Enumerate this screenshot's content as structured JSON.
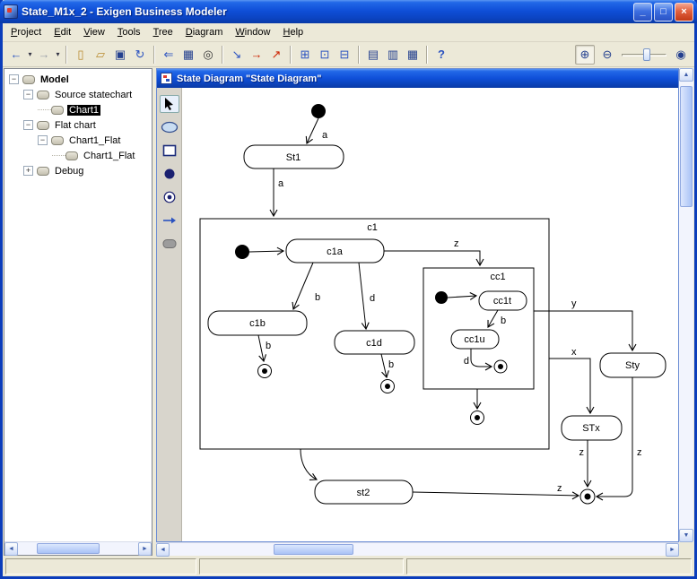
{
  "window": {
    "title": "State_M1x_2 - Exigen Business Modeler"
  },
  "icons": {
    "minimize": "_",
    "maximize": "□",
    "close": "×",
    "dropdown": "▾",
    "scroll_up": "▲",
    "scroll_down": "▼",
    "scroll_left": "◄",
    "scroll_right": "►"
  },
  "menu": {
    "items": [
      "Project",
      "Edit",
      "View",
      "Tools",
      "Tree",
      "Diagram",
      "Window",
      "Help"
    ]
  },
  "toolbar": {
    "buttons": [
      {
        "name": "back",
        "glyph": "←"
      },
      {
        "name": "forward",
        "glyph": "→"
      },
      {
        "name": "new-model",
        "glyph": "▯"
      },
      {
        "name": "open-model",
        "glyph": "▱"
      },
      {
        "name": "save",
        "glyph": "▣"
      },
      {
        "name": "refresh",
        "glyph": "↻"
      },
      {
        "name": "navigate-back",
        "glyph": "⇐"
      },
      {
        "name": "table-view",
        "glyph": "▦"
      },
      {
        "name": "find",
        "glyph": "◎"
      },
      {
        "name": "goto-definition",
        "glyph": "↘"
      },
      {
        "name": "goto-target",
        "glyph": "→"
      },
      {
        "name": "goto-usage",
        "glyph": "↗"
      },
      {
        "name": "add-diagram",
        "glyph": "⊞"
      },
      {
        "name": "sync-diagram",
        "glyph": "⊡"
      },
      {
        "name": "export-diagram",
        "glyph": "⊟"
      },
      {
        "name": "cascade-windows",
        "glyph": "▤"
      },
      {
        "name": "tile-horizontal",
        "glyph": "▥"
      },
      {
        "name": "tile-vertical",
        "glyph": "▦"
      },
      {
        "name": "help",
        "glyph": "?"
      },
      {
        "name": "zoom-in",
        "glyph": "⊕"
      },
      {
        "name": "zoom-out",
        "glyph": "⊖"
      },
      {
        "name": "zoom-fit",
        "glyph": "◉"
      }
    ]
  },
  "tree": {
    "items": [
      {
        "label": "Model",
        "expander": "−"
      },
      {
        "label": "Source statechart",
        "expander": "−"
      },
      {
        "label": "Chart1"
      },
      {
        "label": "Flat chart",
        "expander": "−"
      },
      {
        "label": "Chart1_Flat",
        "expander": "−"
      },
      {
        "label": "Chart1_Flat"
      },
      {
        "label": "Debug",
        "expander": "+"
      }
    ]
  },
  "diagram_window": {
    "title": "State Diagram \"State Diagram\""
  },
  "diagram": {
    "states": {
      "St1": "St1",
      "c1": "c1",
      "c1a": "c1a",
      "c1b": "c1b",
      "c1d": "c1d",
      "cc1": "cc1",
      "cc1t": "cc1t",
      "cc1u": "cc1u",
      "Sty": "Sty",
      "STx": "STx",
      "st2": "st2"
    },
    "transitions": {
      "a1": "a",
      "a2": "a",
      "z1": "z",
      "z2": "z",
      "z3": "z",
      "z4": "z",
      "b1": "b",
      "b2": "b",
      "b3": "b",
      "b4": "b",
      "d1": "d",
      "d2": "d",
      "y1": "y",
      "x1": "x"
    }
  }
}
